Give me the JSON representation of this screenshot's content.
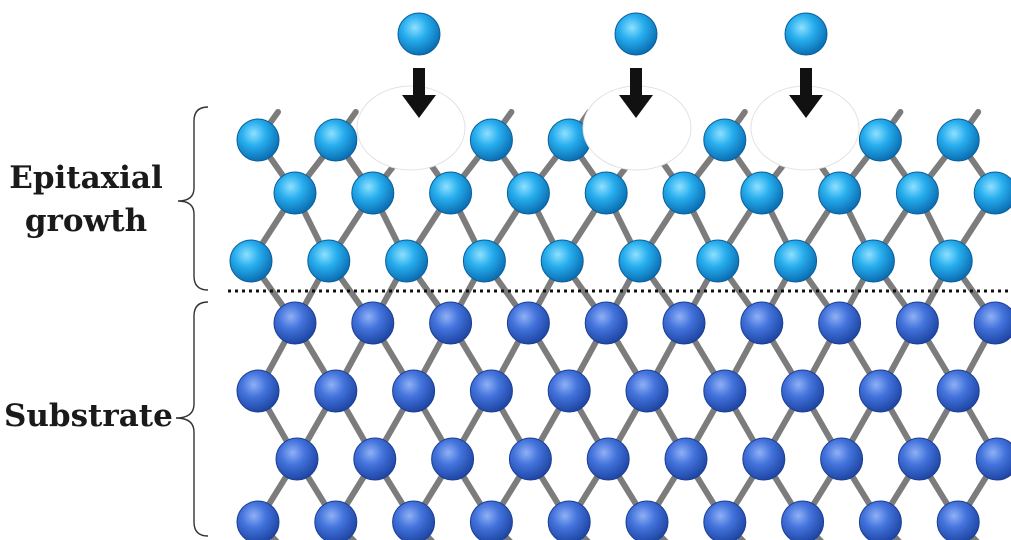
{
  "labels": {
    "epitaxial_line1": "Epitaxial",
    "epitaxial_line2": "growth",
    "substrate": "Substrate"
  },
  "colors": {
    "epitaxial_atom": "#21a7e8",
    "substrate_atom": "#3f72d6",
    "bond": "#7c7c7c",
    "arrow": "#111111",
    "background": "#ffffff"
  },
  "structure": {
    "epitaxial_layer_rows": 3,
    "substrate_rows": 4,
    "incoming_atoms": 3,
    "vacancies": 3
  }
}
